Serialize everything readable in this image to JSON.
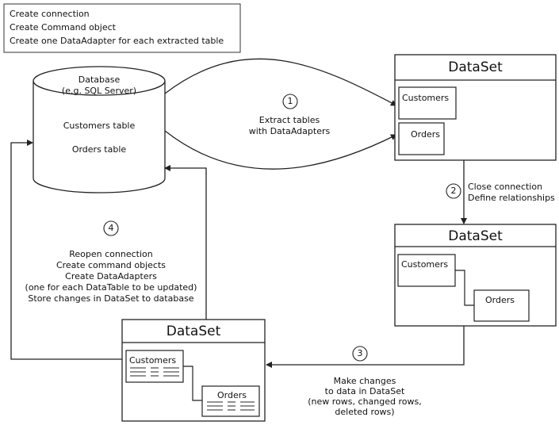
{
  "note": {
    "lines": [
      "Create connection",
      "Create Command object",
      "Create one DataAdapter for each extracted table"
    ]
  },
  "database": {
    "title": "Database",
    "subtitle": "(e.g. SQL Server)",
    "tables": [
      "Customers table",
      "Orders table"
    ]
  },
  "dataset_labels": [
    "DataSet",
    "DataSet",
    "DataSet"
  ],
  "tables": {
    "customers": "Customers",
    "orders": "Orders"
  },
  "steps": [
    {
      "num": "1",
      "lines": [
        "Extract tables",
        "with DataAdapters"
      ]
    },
    {
      "num": "2",
      "lines": [
        "Close connection",
        "Define relationships"
      ]
    },
    {
      "num": "3",
      "lines": [
        "Make changes",
        "to data in DataSet",
        "(new rows, changed rows,",
        "deleted rows)"
      ]
    },
    {
      "num": "4",
      "lines": [
        "Reopen connection",
        "Create command objects",
        "Create DataAdapters",
        "(one for each DataTable to be updated)",
        "Store changes in DataSet to database"
      ]
    }
  ]
}
